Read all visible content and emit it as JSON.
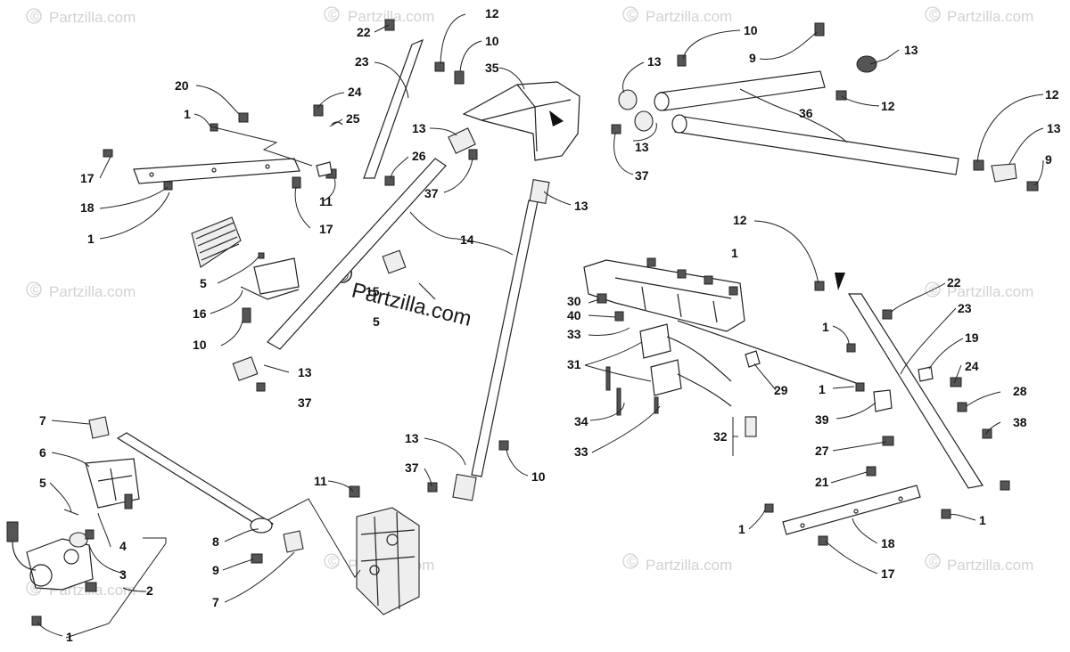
{
  "watermark": {
    "text": "Partzilla.com",
    "symbol": "©",
    "center_text": "Partzilla.com",
    "center_symbol": "©"
  },
  "callouts": [
    {
      "label": "12"
    },
    {
      "label": "22"
    },
    {
      "label": "10"
    },
    {
      "label": "23"
    },
    {
      "label": "35"
    },
    {
      "label": "10"
    },
    {
      "label": "9"
    },
    {
      "label": "13"
    },
    {
      "label": "13"
    },
    {
      "label": "20"
    },
    {
      "label": "24"
    },
    {
      "label": "1"
    },
    {
      "label": "25"
    },
    {
      "label": "13"
    },
    {
      "label": "12"
    },
    {
      "label": "36"
    },
    {
      "label": "12"
    },
    {
      "label": "13"
    },
    {
      "label": "13"
    },
    {
      "label": "9"
    },
    {
      "label": "26"
    },
    {
      "label": "17"
    },
    {
      "label": "11"
    },
    {
      "label": "37"
    },
    {
      "label": "37"
    },
    {
      "label": "18"
    },
    {
      "label": "13"
    },
    {
      "label": "17"
    },
    {
      "label": "1"
    },
    {
      "label": "14"
    },
    {
      "label": "12"
    },
    {
      "label": "1"
    },
    {
      "label": "5"
    },
    {
      "label": "15"
    },
    {
      "label": "5"
    },
    {
      "label": "22"
    },
    {
      "label": "30"
    },
    {
      "label": "16"
    },
    {
      "label": "40"
    },
    {
      "label": "23"
    },
    {
      "label": "33"
    },
    {
      "label": "10"
    },
    {
      "label": "1"
    },
    {
      "label": "19"
    },
    {
      "label": "13"
    },
    {
      "label": "31"
    },
    {
      "label": "24"
    },
    {
      "label": "37"
    },
    {
      "label": "1"
    },
    {
      "label": "29"
    },
    {
      "label": "28"
    },
    {
      "label": "34"
    },
    {
      "label": "39"
    },
    {
      "label": "7"
    },
    {
      "label": "38"
    },
    {
      "label": "13"
    },
    {
      "label": "32"
    },
    {
      "label": "6"
    },
    {
      "label": "33"
    },
    {
      "label": "27"
    },
    {
      "label": "37"
    },
    {
      "label": "10"
    },
    {
      "label": "5"
    },
    {
      "label": "11"
    },
    {
      "label": "21"
    },
    {
      "label": "4"
    },
    {
      "label": "1"
    },
    {
      "label": "1"
    },
    {
      "label": "8"
    },
    {
      "label": "3"
    },
    {
      "label": "18"
    },
    {
      "label": "2"
    },
    {
      "label": "9"
    },
    {
      "label": "17"
    },
    {
      "label": "7"
    },
    {
      "label": "1"
    }
  ]
}
